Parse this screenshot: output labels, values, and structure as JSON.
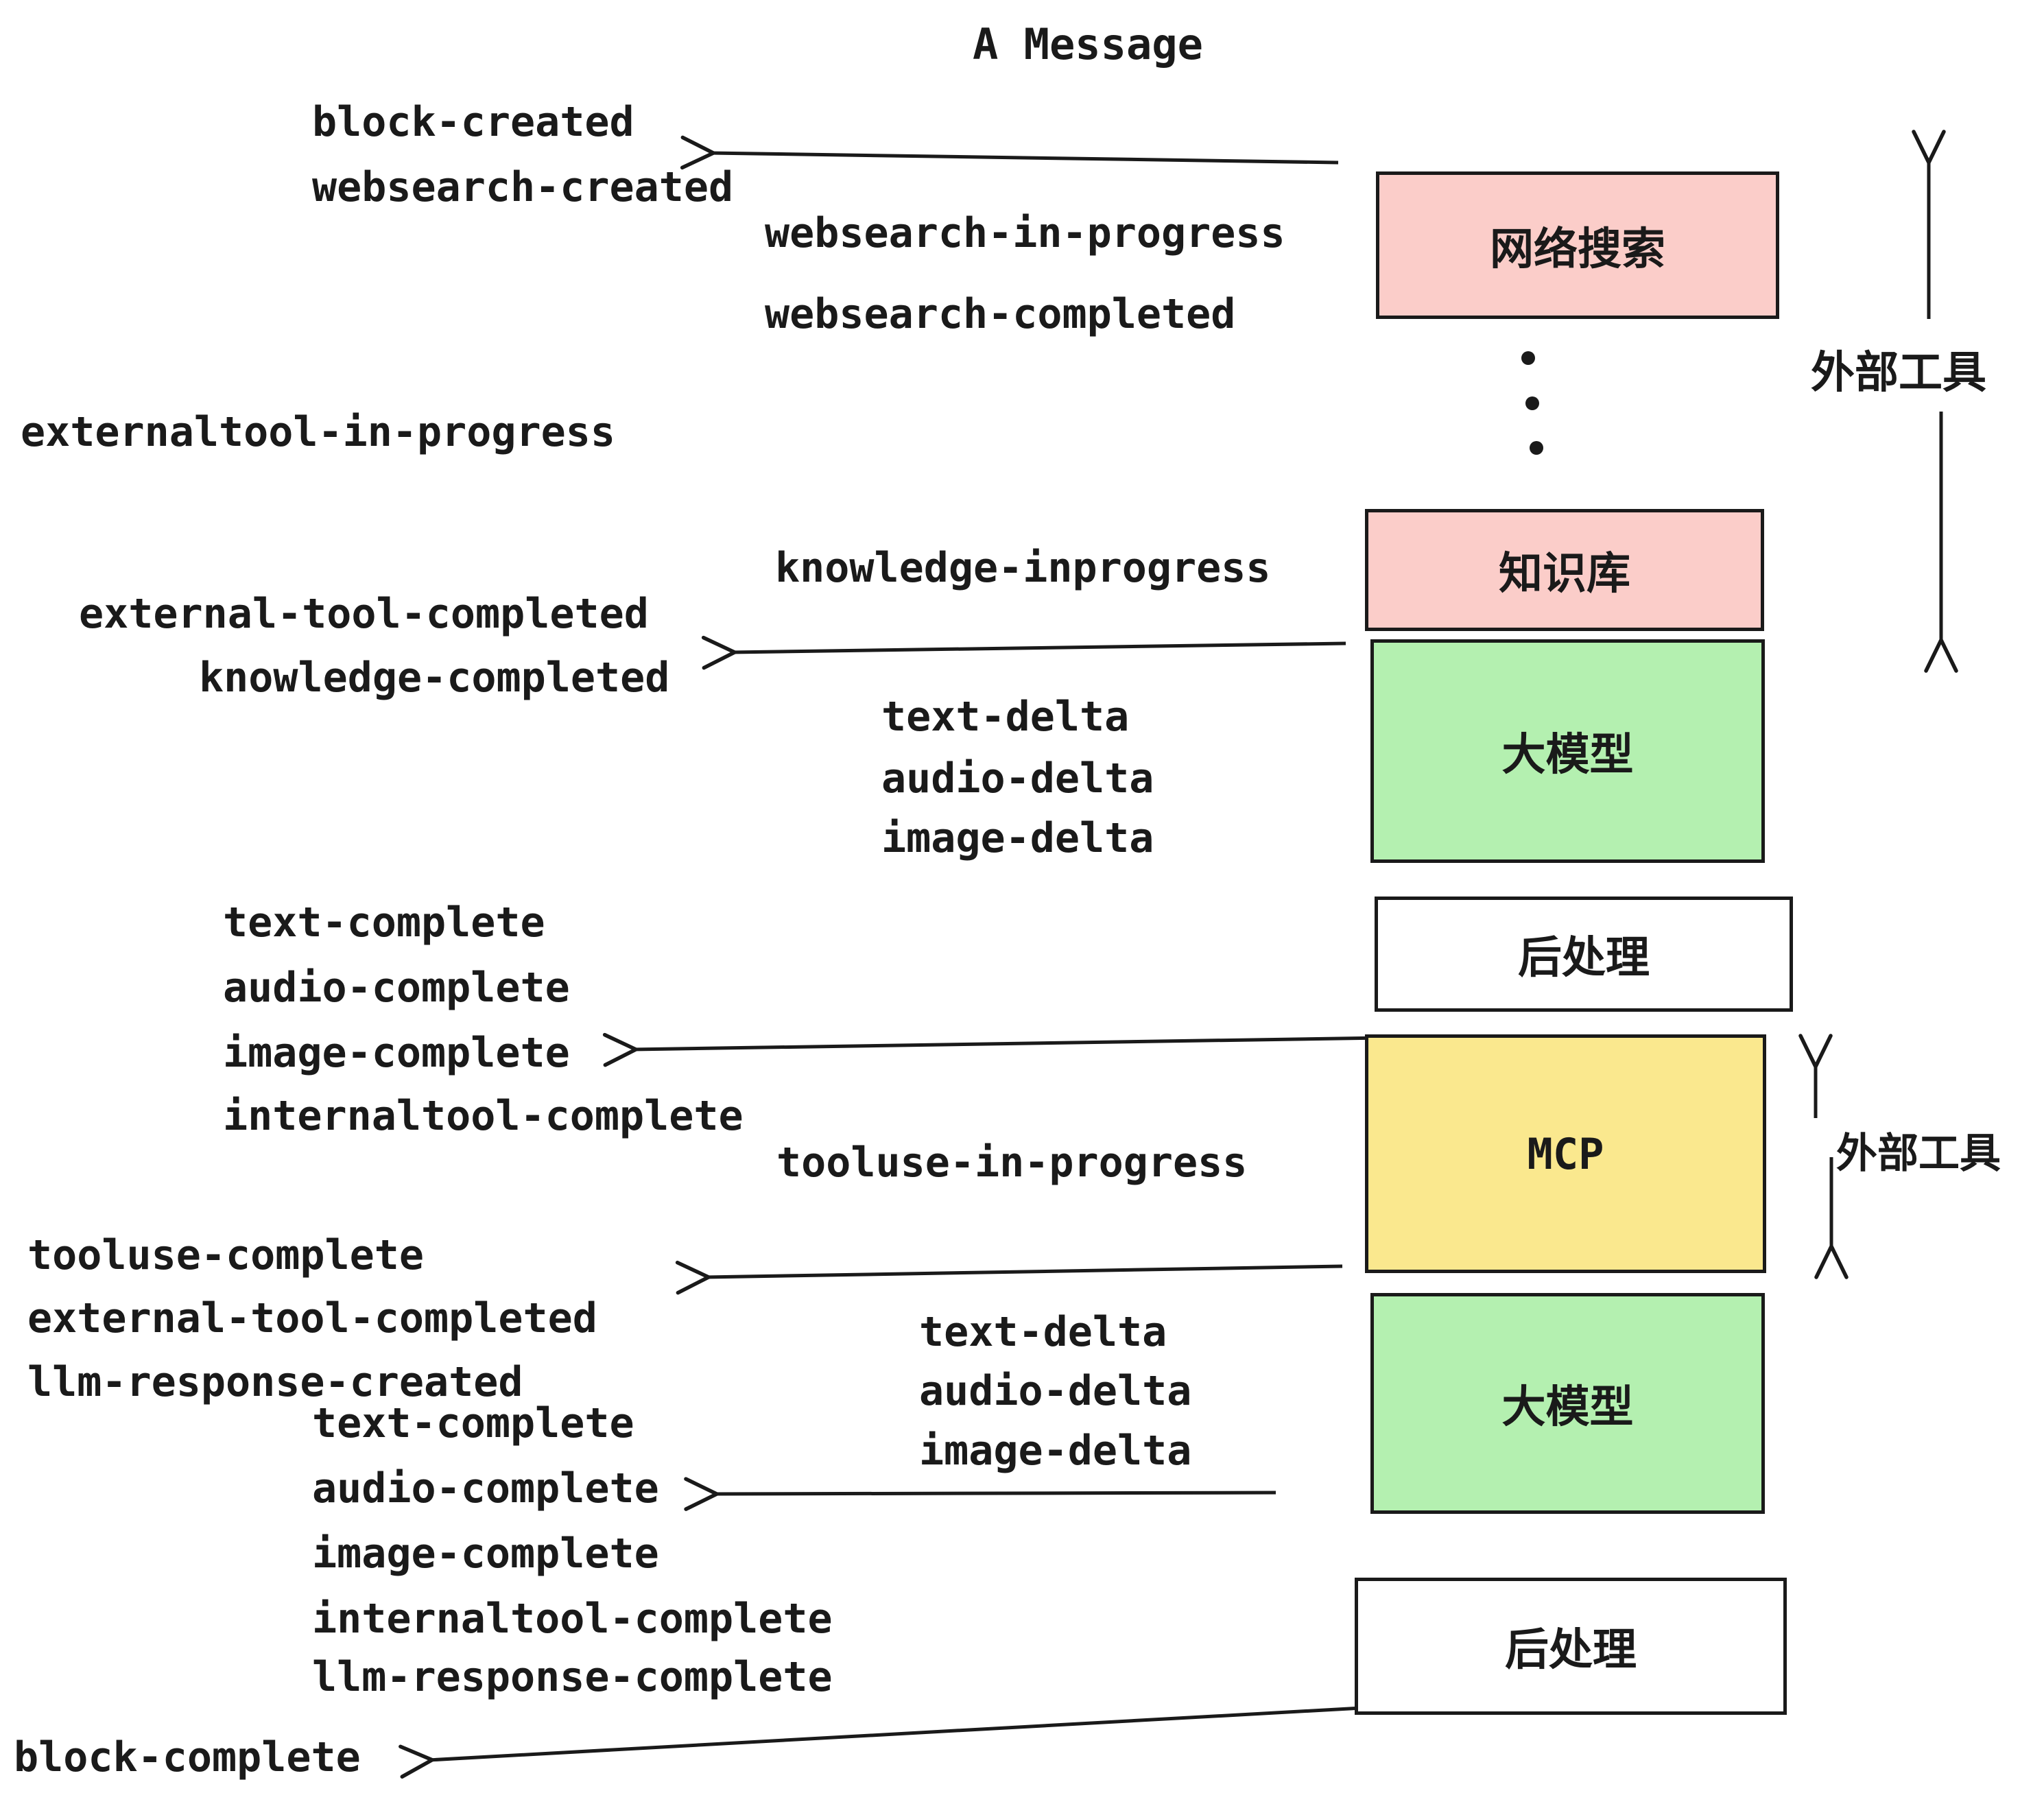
{
  "title": "A Message",
  "events": {
    "block_created": "block-created",
    "websearch_created": "websearch-created",
    "websearch_in_progress": "websearch-in-progress",
    "websearch_completed": "websearch-completed",
    "externaltool_in_progress": "externaltool-in-progress",
    "knowledge_inprogress": "knowledge-inprogress",
    "external_tool_completed": "external-tool-completed",
    "knowledge_completed": "knowledge-completed",
    "text_delta": "text-delta",
    "audio_delta": "audio-delta",
    "image_delta": "image-delta",
    "text_complete": "text-complete",
    "audio_complete": "audio-complete",
    "image_complete": "image-complete",
    "internaltool_complete": "internaltool-complete",
    "tooluse_in_progress": "tooluse-in-progress",
    "tooluse_complete": "tooluse-complete",
    "llm_response_created": "llm-response-created",
    "llm_response_complete": "llm-response-complete",
    "block_complete": "block-complete"
  },
  "boxes": {
    "websearch": "网络搜索",
    "knowledge": "知识库",
    "llm": "大模型",
    "post": "后处理",
    "mcp": "MCP"
  },
  "side": {
    "external_tools": "外部工具"
  },
  "colors": {
    "external_tool_box": "#FBCDC9",
    "llm_box": "#B4F0B0",
    "mcp_box": "#FAE88E",
    "post_box": "#FFFFFF",
    "ink": "#1A1A1A"
  }
}
